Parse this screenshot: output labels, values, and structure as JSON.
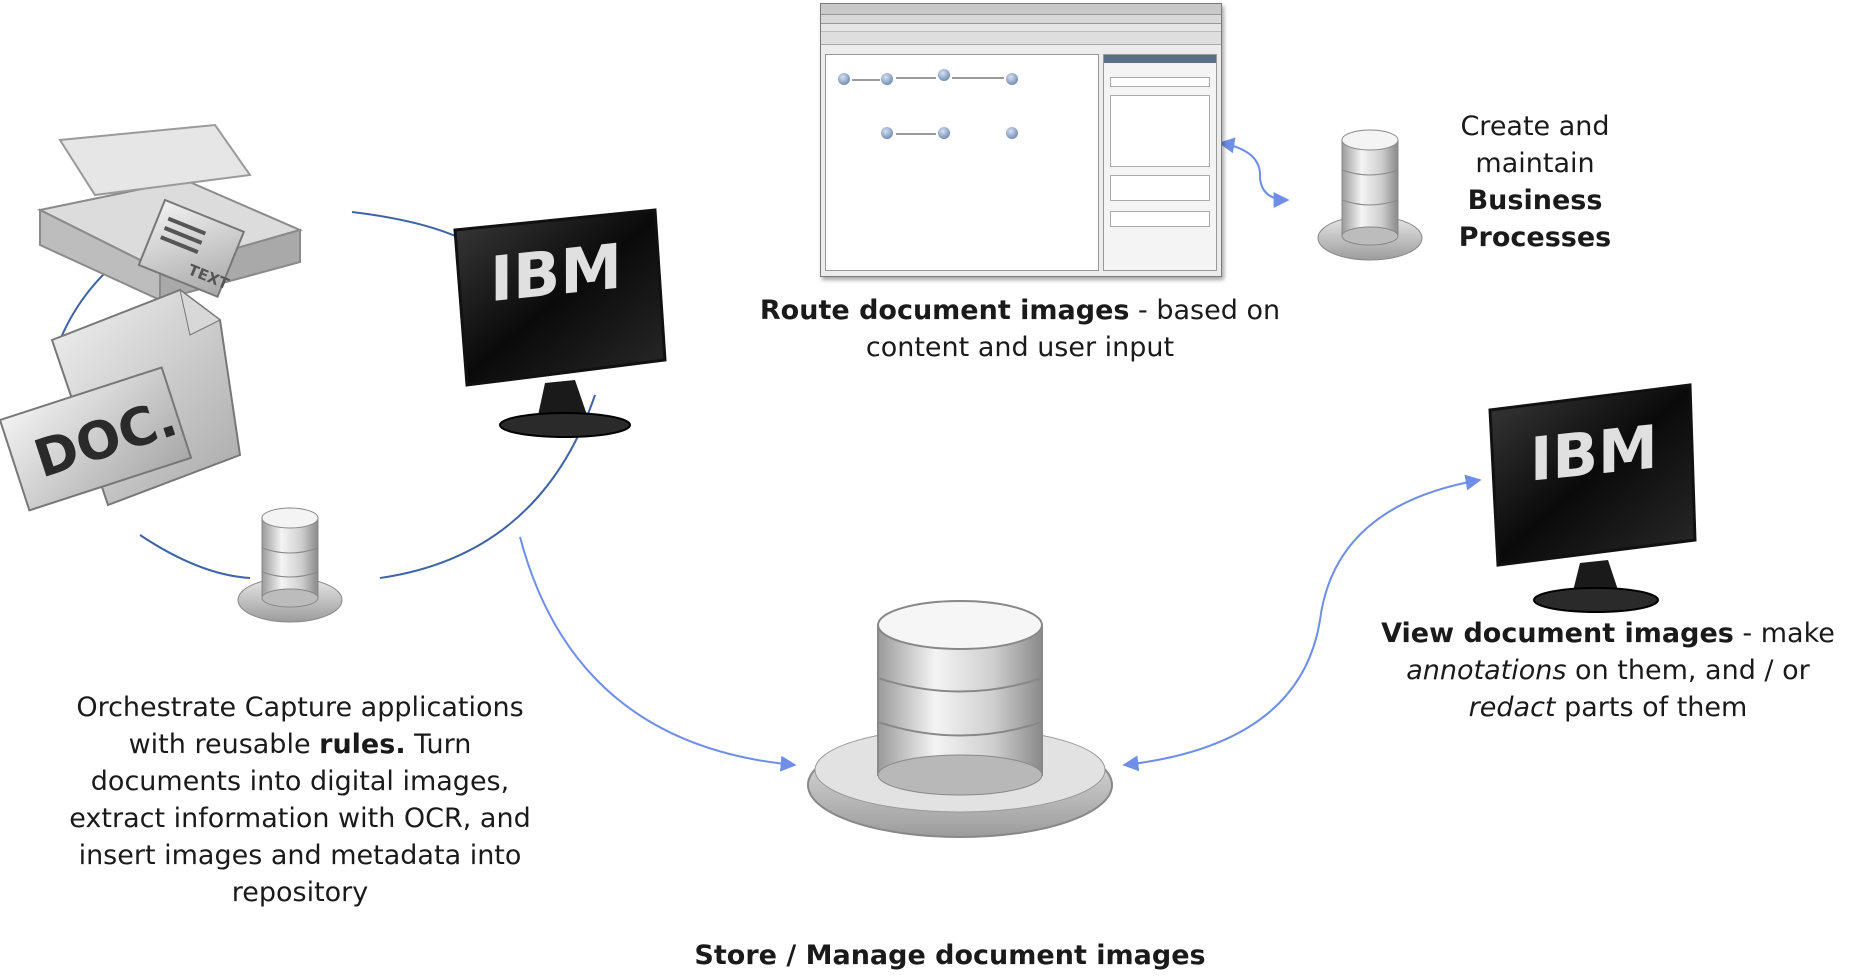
{
  "captions": {
    "route": {
      "bold": "Route document images",
      "rest": " - based on",
      "line2": "content and user input"
    },
    "business": {
      "line1": "Create and",
      "line2": "maintain",
      "bold1": "Business",
      "bold2": "Processes"
    },
    "view": {
      "bold": "View document images",
      "rest": " - make",
      "italic1": "annotations",
      "mid": " on them, and / or",
      "italic2": "redact",
      "end": " parts of them"
    },
    "orchestrate": {
      "line1": "Orchestrate Capture applications",
      "pre": "with reusable ",
      "bold": "rules.",
      "post": " Turn",
      "line3": "documents into digital images,",
      "line4": "extract information with OCR, and",
      "line5": "insert images and metadata into",
      "line6": "repository"
    },
    "store": {
      "bold": "Store / Manage document images"
    }
  },
  "icons": {
    "monitor_logo": "IBM",
    "scanner_page_label": "TEXT",
    "doc_label": "DOC."
  },
  "colors": {
    "connector": "#3f63a8",
    "arrow": "#6f8ee8"
  }
}
